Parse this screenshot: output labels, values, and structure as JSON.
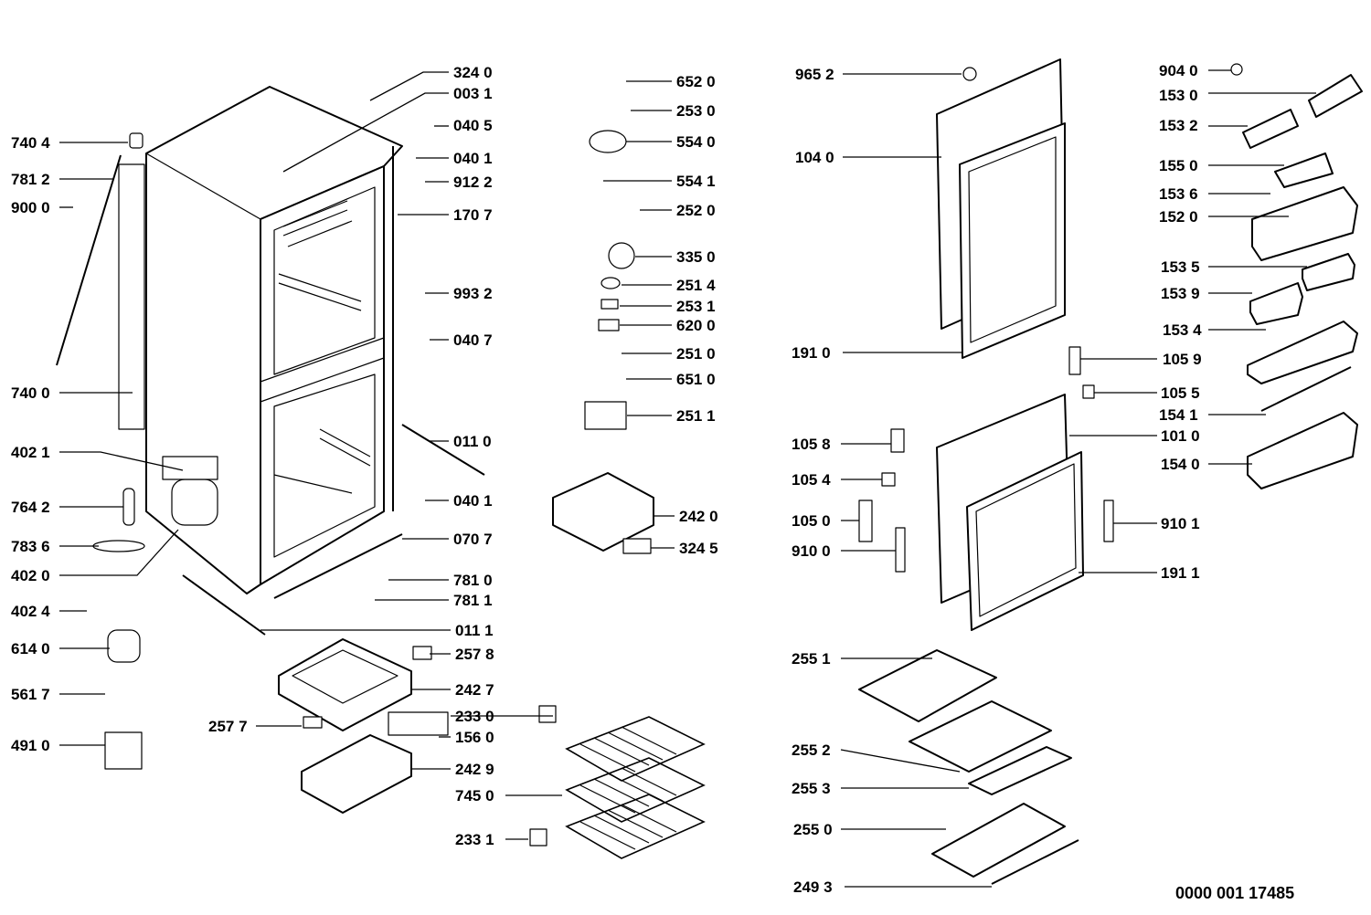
{
  "diagram": {
    "drawing_number": "0000 001 17485",
    "colors": {
      "line": "#000000",
      "background": "#ffffff"
    },
    "callouts": [
      "324 0",
      "003 1",
      "040 5",
      "040 1",
      "912 2",
      "170 7",
      "993 2",
      "040 7",
      "011 0",
      "040 1",
      "070 7",
      "781 0",
      "781 1",
      "011 1",
      "257 8",
      "242 7",
      "257 7",
      "233 0",
      "156 0",
      "242 9",
      "745 0",
      "233 1",
      "740 4",
      "781 2",
      "900 0",
      "740 0",
      "402 1",
      "764 2",
      "783 6",
      "402 0",
      "402 4",
      "614 0",
      "561 7",
      "491 0",
      "652 0",
      "253 0",
      "554 0",
      "554 1",
      "252 0",
      "335 0",
      "251 4",
      "253 1",
      "620 0",
      "251 0",
      "651 0",
      "251 1",
      "242 0",
      "324 5",
      "965 2",
      "104 0",
      "191 0",
      "105 9",
      "105 5",
      "101 0",
      "105 8",
      "105 4",
      "105 0",
      "910 0",
      "910 1",
      "191 1",
      "255 1",
      "255 2",
      "255 3",
      "255 0",
      "249 3",
      "904 0",
      "153 0",
      "153 2",
      "155 0",
      "153 6",
      "152 0",
      "153 5",
      "153 9",
      "153 4",
      "154 1",
      "154 0"
    ]
  }
}
